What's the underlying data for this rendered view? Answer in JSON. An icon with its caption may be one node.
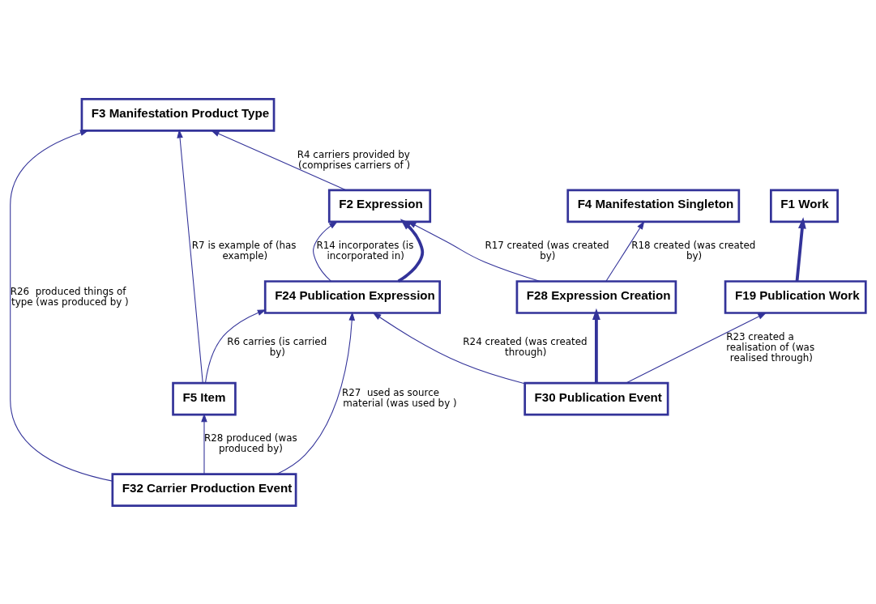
{
  "diagram": {
    "nodes": [
      {
        "text": [
          "F28 Expression Creation"
        ]
      },
      {
        "text": [
          "F4 Manifestation Singleton"
        ]
      },
      {
        "text": [
          "F2 Expression"
        ]
      },
      {
        "text": [
          "F3 Manifestation Product Type"
        ]
      },
      {
        "text": [
          "F5 Item"
        ]
      },
      {
        "text": [
          "F32 Carrier Production Event"
        ]
      },
      {
        "text": [
          "F30 Publication Event"
        ]
      },
      {
        "text": [
          "F24 Publication Expression"
        ]
      },
      {
        "text": [
          "F1 Work"
        ]
      },
      {
        "text": [
          "F19 Publication Work"
        ]
      }
    ],
    "edges": [
      {
        "from": 0,
        "to": 1,
        "arrow": "to",
        "label": "R18 created (was created by)"
      },
      {
        "from": 0,
        "to": 2,
        "arrow": "to",
        "label": "R17 created (was created by)"
      },
      {
        "from": 7,
        "to": 2,
        "arrow": "to",
        "label": "R14 incorporates (is incorporated in)"
      },
      {
        "from": 2,
        "to": 3,
        "arrow": "to",
        "label": "R4 carriers provided by (comprises carriers of )"
      },
      {
        "from": 4,
        "to": 3,
        "arrow": "to",
        "label": "R7 is example of (has example)"
      },
      {
        "from": 5,
        "to": 3,
        "arrow": "to",
        "label": "R26  produced things of type (was produced by )"
      },
      {
        "from": 5,
        "to": 4,
        "arrow": "to",
        "label": "R28 produced (was produced by)"
      },
      {
        "from": 5,
        "to": 7,
        "arrow": "to",
        "label": "R27  used as source material (was used by )"
      },
      {
        "from": 4,
        "to": 7,
        "arrow": "to",
        "label": "R6 carries (is carried by)"
      },
      {
        "from": 7,
        "to": 2,
        "arrow": "to",
        "style": "thick"
      },
      {
        "from": 6,
        "to": 0,
        "arrow": "to",
        "style": "thick"
      },
      {
        "from": 9,
        "to": 8,
        "arrow": "to",
        "style": "thick"
      },
      {
        "from": 6,
        "to": 7,
        "arrow": "to",
        "label": "R24 created (was created through)"
      },
      {
        "from": 6,
        "to": 9,
        "arrow": "to",
        "label": "R23 created a realisation of (was realised through)"
      }
    ]
  }
}
